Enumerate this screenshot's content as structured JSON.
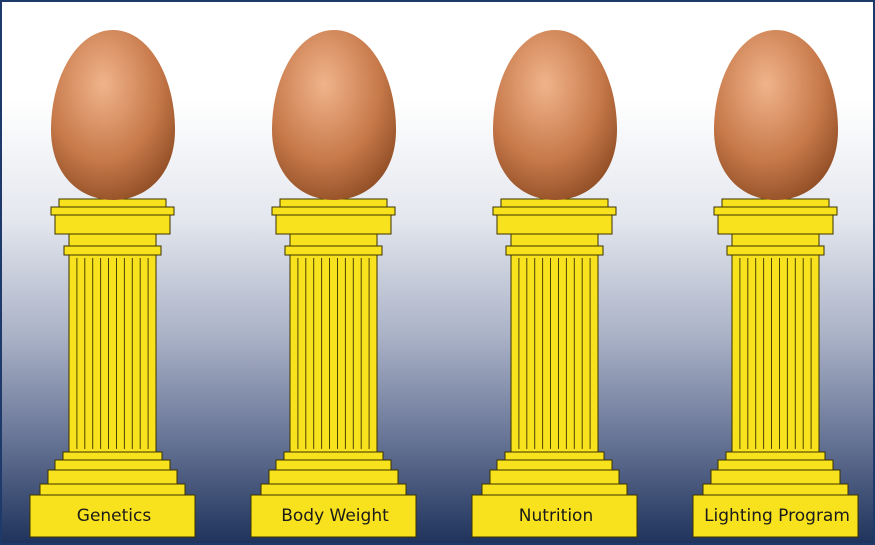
{
  "pillars": [
    {
      "label": "Genetics"
    },
    {
      "label": "Body Weight"
    },
    {
      "label": "Nutrition"
    },
    {
      "label": "Lighting Program"
    }
  ],
  "colors": {
    "gold": "#f8e21d",
    "gold_shade": "#d8c200",
    "outline": "#3a3200",
    "egg_light": "#f0b48a",
    "egg_mid": "#c7794a",
    "egg_dark": "#8c4a22",
    "border": "#1e3a6b"
  }
}
